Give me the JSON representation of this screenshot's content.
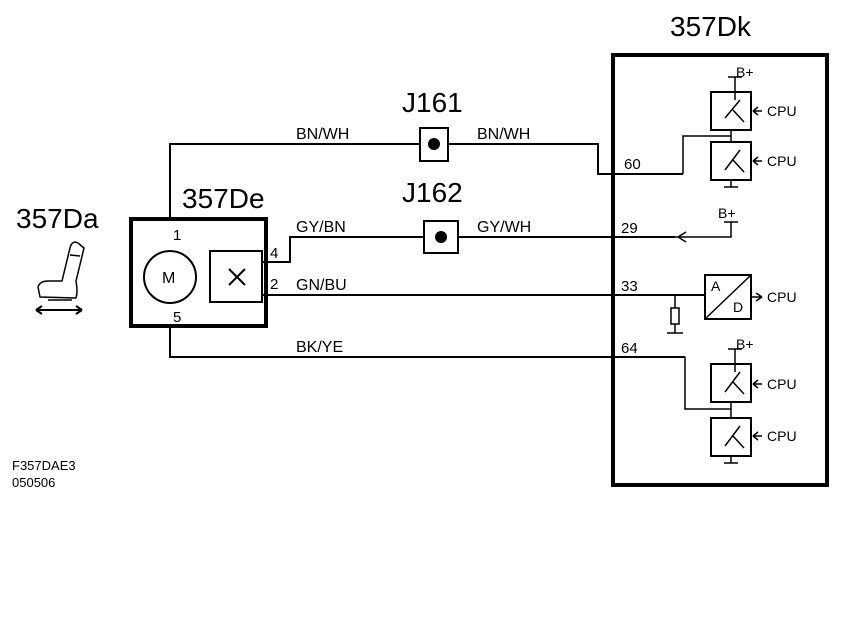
{
  "components": {
    "seat_label": "357Da",
    "motor_unit_label": "357De",
    "control_module_label": "357Dk",
    "connector_1_label": "J161",
    "connector_2_label": "J162",
    "motor_symbol": "M"
  },
  "motor_unit_pins": {
    "p1": "1",
    "p4": "4",
    "p2": "2",
    "p5": "5"
  },
  "wires": {
    "w1_left": "BN/WH",
    "w1_right": "BN/WH",
    "w2_left": "GY/BN",
    "w2_right": "GY/WH",
    "w3": "GN/BU",
    "w4": "BK/YE"
  },
  "module_pins": {
    "p60": "60",
    "p29": "29",
    "p33": "33",
    "p64": "64"
  },
  "module_internal": {
    "supply": "B+",
    "cpu": "CPU",
    "adc_a": "A",
    "adc_d": "D"
  },
  "footer": {
    "ref_code": "F357DAE3",
    "ref_date": "050506"
  }
}
